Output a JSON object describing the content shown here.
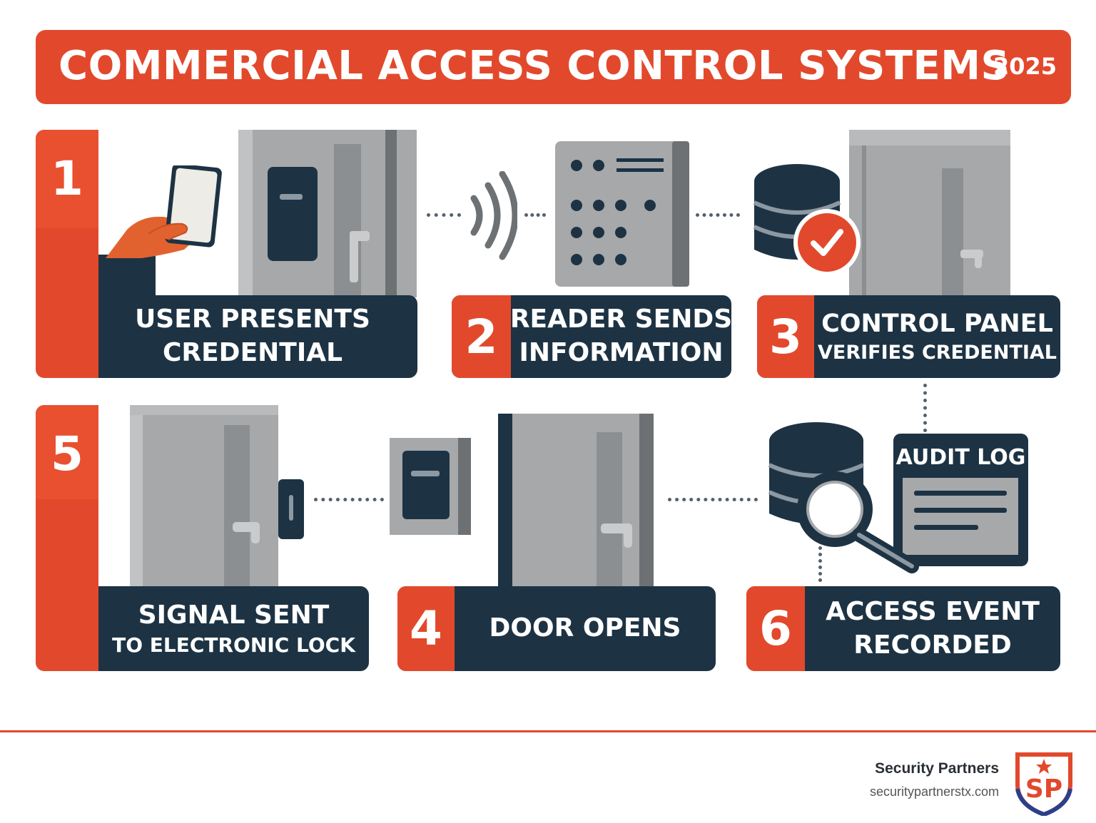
{
  "header": {
    "title": "COMMERCIAL ACCESS CONTROL SYSTEMS",
    "year": "2025"
  },
  "steps": [
    {
      "number": "1",
      "line1": "USER PRESENTS",
      "line2": "CREDENTIAL"
    },
    {
      "number": "2",
      "line1": "READER SENDS",
      "line2": "INFORMATION"
    },
    {
      "number": "3",
      "line1": "CONTROL PANEL",
      "line2": "VERIFIES CREDENTIAL"
    },
    {
      "number": "4",
      "line1": "DOOR OPENS"
    },
    {
      "number": "5",
      "line1": "SIGNAL SENT",
      "line2": "TO ELECTRONIC LOCK"
    },
    {
      "number": "6",
      "line1": "ACCESS EVENT",
      "line2": "RECORDED"
    }
  ],
  "audit_log": {
    "title": "AUDIT LOG"
  },
  "footer": {
    "company": "Security Partners",
    "url": "securitypartnerstx.com",
    "logo_letters": "SP"
  },
  "colors": {
    "accent": "#e2492c",
    "navy": "#1d3344",
    "grey": "#a3a5a7",
    "dark_grey": "#6e7174"
  },
  "icons": [
    "hand-card-icon",
    "door-reader-icon",
    "wireless-signal-icon",
    "keypad-reader-icon",
    "database-icon",
    "check-icon",
    "door-icon",
    "lock-icon",
    "reader-icon",
    "magnifier-icon",
    "audit-log-icon",
    "shield-logo-icon"
  ]
}
